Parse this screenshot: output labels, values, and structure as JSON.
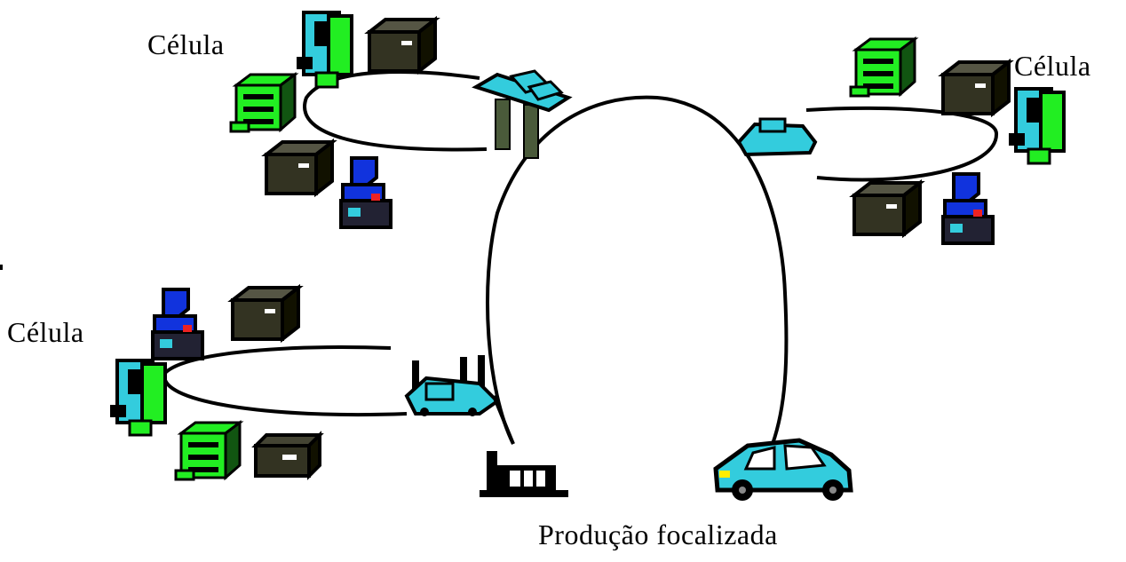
{
  "diagram": {
    "cell_label_top_left": "Célula",
    "cell_label_top_right": "Célula",
    "cell_label_left": "Célula",
    "focused_production_label": "Produção focalizada"
  },
  "colors": {
    "machine_green": "#22ee22",
    "machine_cyan": "#33ccdd",
    "machine_blue": "#1133dd",
    "machine_dark": "#333322",
    "outline": "#000000",
    "pillar": "#4a5a3a",
    "accent_red": "#ee2222",
    "accent_yellow": "#ffee00"
  },
  "icons": [
    "green-cabinet-icon",
    "cyan-tower-icon",
    "dark-box-icon",
    "blue-drill-icon",
    "cyan-robot-icon",
    "forklift-icon",
    "pallet-jack-icon",
    "car-icon",
    "conveyor-platform-icon"
  ]
}
